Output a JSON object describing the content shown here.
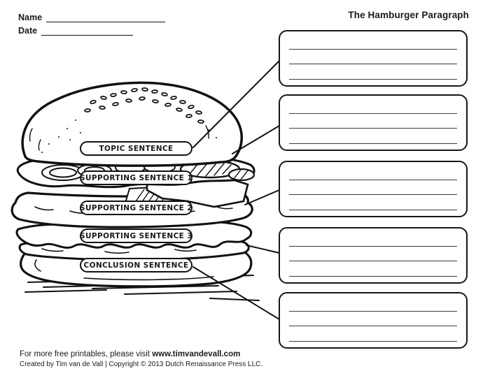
{
  "header": {
    "name_label": "Name",
    "date_label": "Date",
    "title": "The Hamburger Paragraph"
  },
  "banners": [
    {
      "label": "TOPIC SENTENCE",
      "connects_to": "writing-box-1"
    },
    {
      "label": "SUPPORTING SENTENCE 1",
      "connects_to": "writing-box-2"
    },
    {
      "label": "SUPPORTING SENTENCE 2",
      "connects_to": "writing-box-3"
    },
    {
      "label": "SUPPORTING SENTENCE 3",
      "connects_to": "writing-box-4"
    },
    {
      "label": "CONCLUSION SENTENCE",
      "connects_to": "writing-box-5"
    }
  ],
  "writing_boxes": {
    "count": 5,
    "lines_per_box": 3
  },
  "footer": {
    "line1_prefix": "For more free printables, please visit ",
    "line1_url": "www.timvandevall.com",
    "line2": "Created by Tim van de Vall | Copyright © 2013 Dutch Renaissance Press LLC."
  },
  "colors": {
    "ink": "#111111",
    "rule_line": "#3c3c3c",
    "background": "#ffffff"
  }
}
